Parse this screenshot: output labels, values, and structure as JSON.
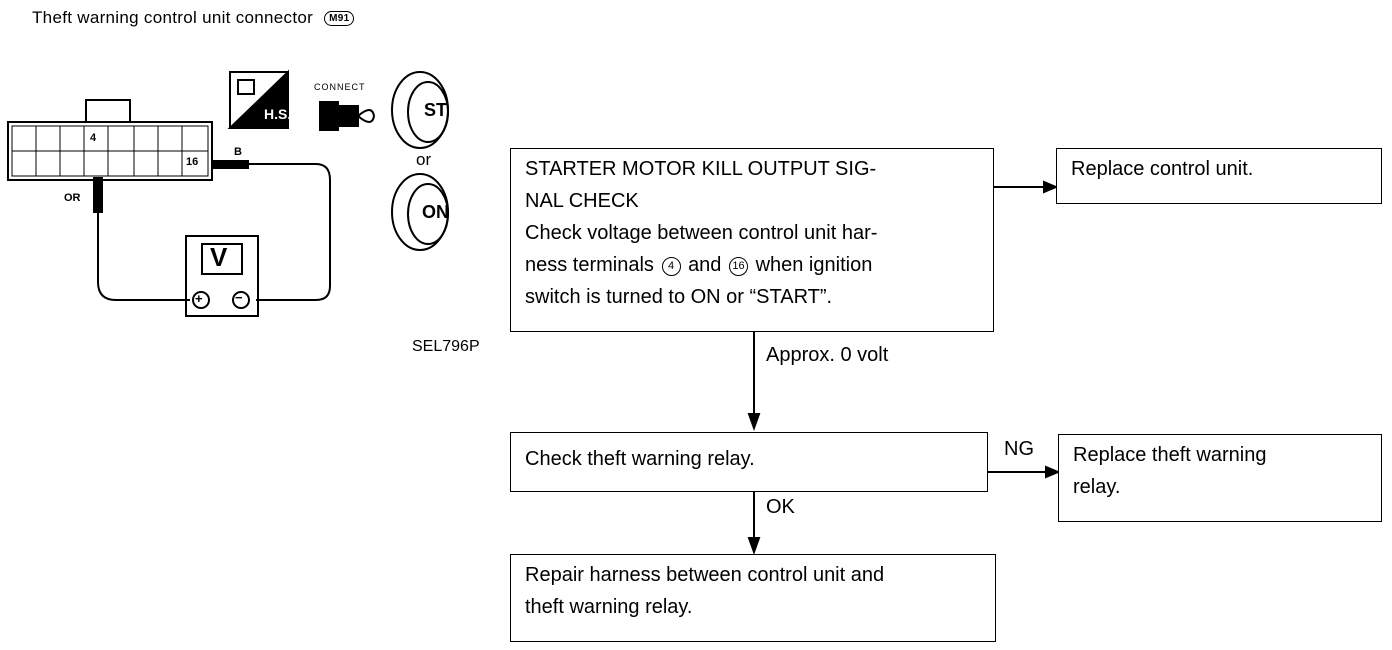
{
  "caption": {
    "text": "Theft warning control unit connector",
    "connector_id": "M91"
  },
  "illustration": {
    "terminal_a": "4",
    "terminal_b": "16",
    "wire_a_color": "OR",
    "wire_b_color": "B",
    "meter_label": "V",
    "meter_plus": "+",
    "meter_minus": "−",
    "hs_label": "H.S.",
    "connect_label": "CONNECT",
    "key_st": "ST",
    "key_on": "ON",
    "or_text": "or",
    "figure_id": "SEL796P"
  },
  "flow": {
    "check_box": {
      "title_line1": "STARTER MOTOR KILL OUTPUT SIG-",
      "title_line2": "NAL CHECK",
      "line3": "Check voltage between control unit har-",
      "line4_pre": "ness terminals",
      "term1": "4",
      "line4_mid": "and",
      "term2": "16",
      "line4_post": "when ignition",
      "line5": "switch is turned to ON or “START”."
    },
    "replace_unit": "Replace control unit.",
    "approx_label": "Approx. 0 volt",
    "relay_check": "Check theft warning relay.",
    "ng_label": "NG",
    "replace_relay_line1": "Replace theft warning",
    "replace_relay_line2": "relay.",
    "ok_label": "OK",
    "repair_line1": "Repair harness between control unit and",
    "repair_line2": "theft warning relay."
  }
}
